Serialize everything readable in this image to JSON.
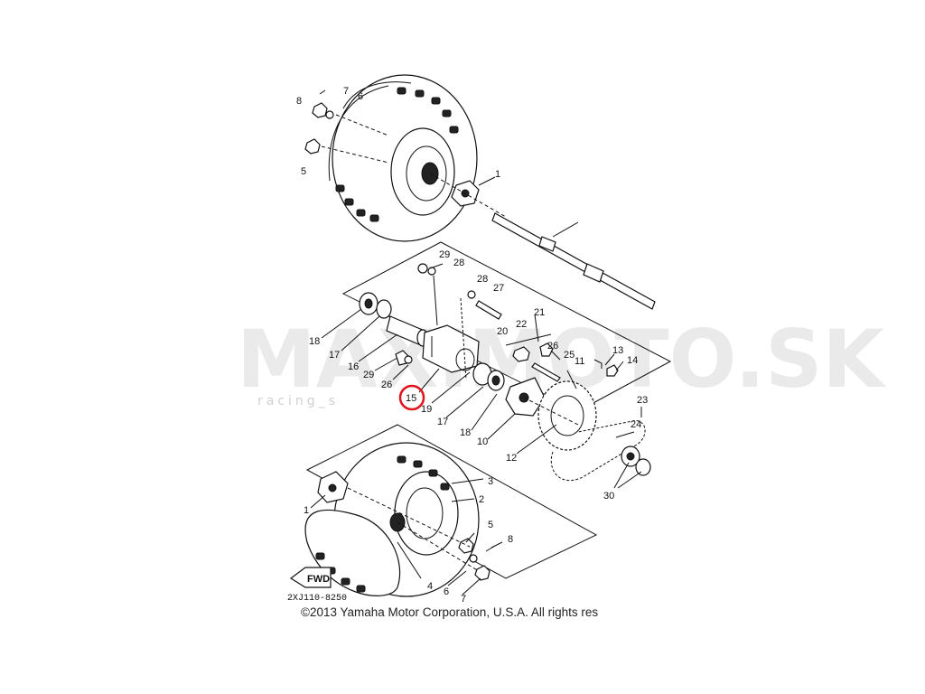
{
  "watermark": {
    "brand": "MAXIMOTO.SK",
    "tagline": "racing_s"
  },
  "part_code": "2XJ110-8250",
  "copyright": "©2013 Yamaha Motor Corporation, U.S.A. All rights res",
  "highlight": {
    "label": "15",
    "color": "#e0141e"
  },
  "callouts": {
    "top": [
      "8",
      "7",
      "6",
      "5",
      "1"
    ],
    "middle": [
      "29",
      "28",
      "28",
      "27",
      "21",
      "22",
      "20",
      "26",
      "25",
      "11",
      "13",
      "14",
      "18",
      "17",
      "16",
      "29",
      "26",
      "19",
      "17",
      "18",
      "10",
      "12",
      "23",
      "24",
      "30"
    ],
    "bottom": [
      "3",
      "2",
      "1",
      "5",
      "8",
      "4",
      "6",
      "7"
    ]
  },
  "fwd_label": "FWD"
}
